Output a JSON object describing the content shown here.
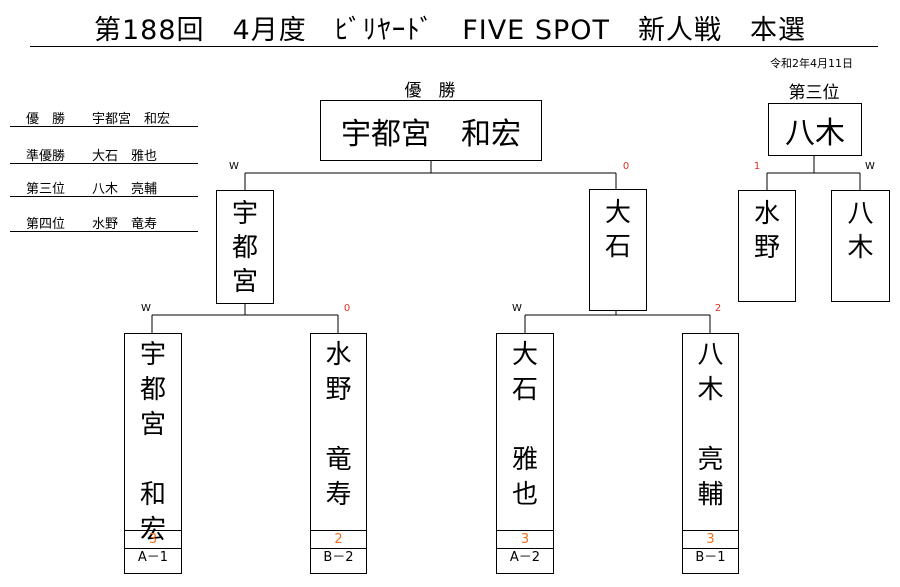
{
  "title": "第188回　4月度　ﾋﾞﾘﾔｰﾄﾞ　FIVE SPOT　新人戦　本選",
  "date": "令和2年4月11日",
  "results": [
    {
      "role": "優　勝",
      "name": "宇都宮　和宏"
    },
    {
      "role": "準優勝",
      "name": "大石　雅也"
    },
    {
      "role": "第三位",
      "name": "八木　亮輔"
    },
    {
      "role": "第四位",
      "name": "水野　竜寿"
    }
  ],
  "champion": {
    "label": "優　勝",
    "name": "宇都宮　和宏"
  },
  "third_place": {
    "label": "第三位",
    "winner": "八木",
    "players": [
      {
        "name": [
          "水",
          "野"
        ],
        "mark": "1"
      },
      {
        "name": [
          "八",
          "木"
        ],
        "mark": "W"
      }
    ]
  },
  "final": [
    {
      "name": [
        "宇",
        "都",
        "宮"
      ],
      "mark": "W"
    },
    {
      "name": [
        "大",
        "石"
      ],
      "mark": "0"
    }
  ],
  "round1": [
    {
      "name": [
        "宇",
        "都",
        "宮",
        "",
        "和",
        "宏"
      ],
      "mark": "W",
      "score": "3",
      "seed": "A－1"
    },
    {
      "name": [
        "水",
        "野",
        "",
        "竜",
        "寿"
      ],
      "mark": "0",
      "score": "2",
      "seed": "B－2"
    },
    {
      "name": [
        "大",
        "石",
        "",
        "雅",
        "也"
      ],
      "mark": "W",
      "score": "3",
      "seed": "A－2"
    },
    {
      "name": [
        "八",
        "木",
        "",
        "亮",
        "輔"
      ],
      "mark": "2",
      "score": "3",
      "seed": "B－1"
    }
  ]
}
